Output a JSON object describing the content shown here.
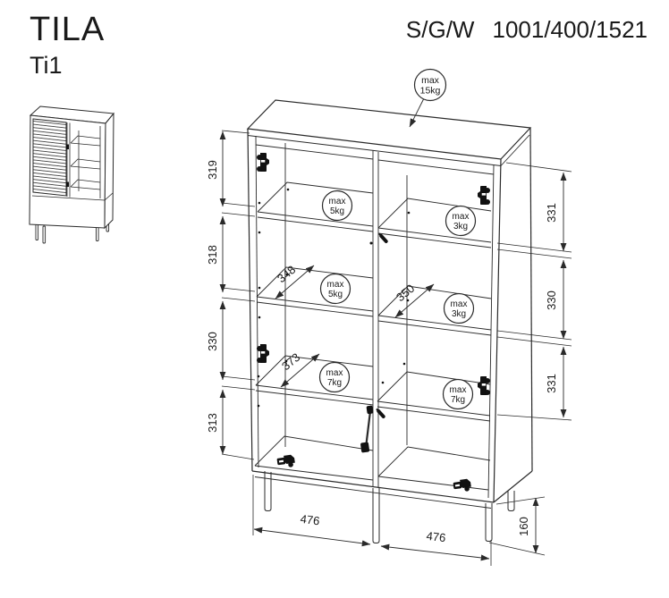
{
  "header": {
    "title": "TILA",
    "model": "Ti1",
    "spec_label": "S/G/W",
    "spec_value": "1001/400/1521"
  },
  "diagram": {
    "dims": {
      "left": [
        "319",
        "318",
        "330",
        "313"
      ],
      "right": [
        "331",
        "330",
        "331"
      ],
      "widths": [
        "476",
        "476"
      ],
      "leg_height": "160",
      "shelf_depths": [
        "348",
        "350",
        "373"
      ]
    },
    "max_loads": {
      "top": [
        "max",
        "15kg"
      ],
      "l1": [
        "max",
        "5kg"
      ],
      "l2": [
        "max",
        "5kg"
      ],
      "l3": [
        "max",
        "7kg"
      ],
      "r1": [
        "max",
        "3kg"
      ],
      "r2": [
        "max",
        "3kg"
      ],
      "r3": [
        "max",
        "7kg"
      ]
    }
  },
  "colors": {
    "line": "#2a2a2a",
    "hardware": "#111111",
    "background": "#ffffff"
  }
}
